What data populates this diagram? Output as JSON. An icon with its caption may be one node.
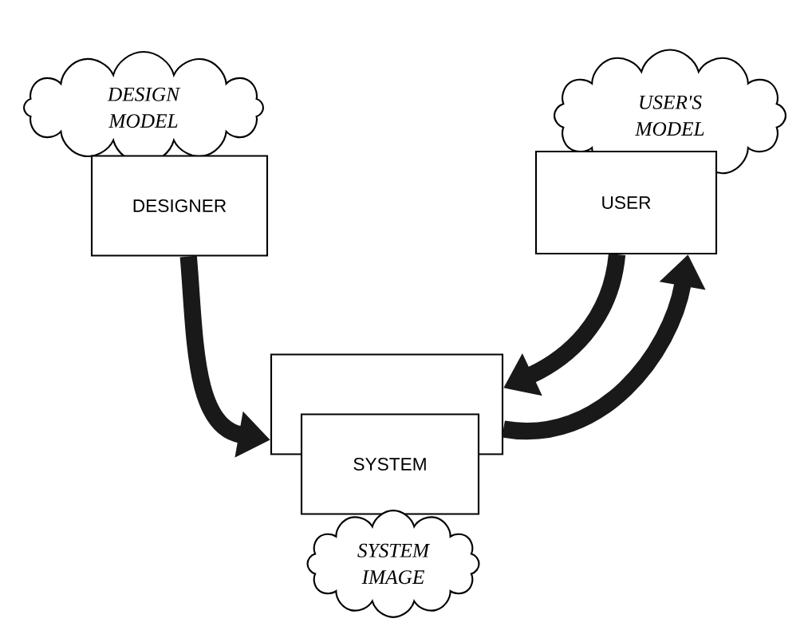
{
  "diagram": {
    "nodes": [
      {
        "text": [
          "DESIGN MODEL"
        ]
      },
      {
        "text": [
          "DESIGNER"
        ]
      },
      {
        "text": [
          "USER'S MODEL"
        ]
      },
      {
        "text": [
          "USER"
        ]
      },
      {
        "text": [],
        "shape": "box"
      },
      {
        "text": [
          "SYSTEM"
        ]
      },
      {
        "text": [
          "SYSTEM IMAGE"
        ]
      }
    ],
    "edges": [
      {
        "from": 1,
        "to": 4,
        "arrow": "to"
      },
      {
        "from": 3,
        "to": 4,
        "arrow": "to"
      },
      {
        "from": 4,
        "to": 3,
        "arrow": "to"
      }
    ]
  }
}
